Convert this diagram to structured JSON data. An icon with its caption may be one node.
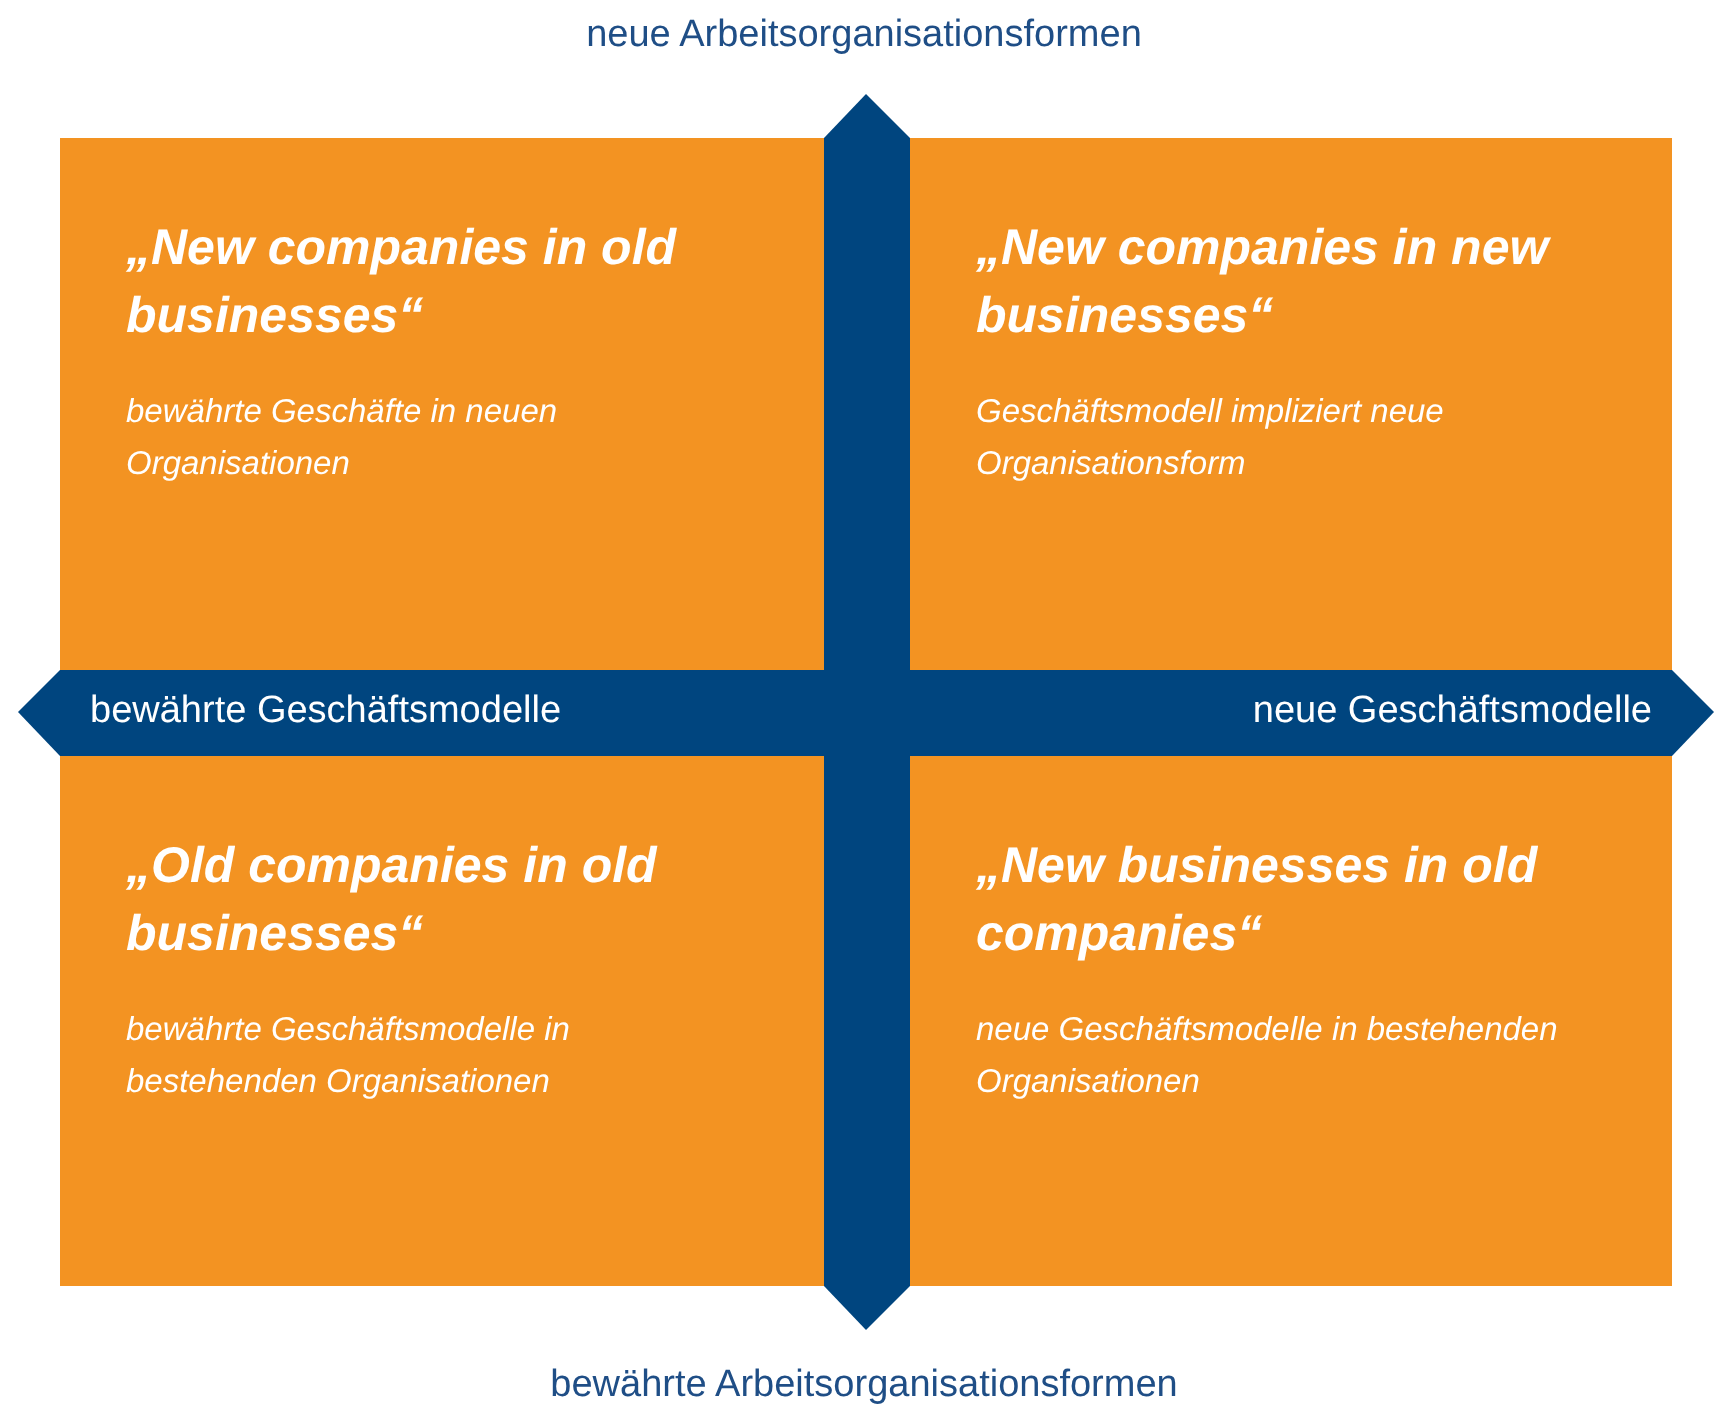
{
  "diagram": {
    "nodes": [
      {
        "text": [
          "„New companies in old businesses“",
          "bewährte Geschäfte in neuen Organisationen"
        ]
      },
      {
        "text": [
          "„New companies in new businesses“",
          "Geschäftsmodell impliziert neue Organisationsform"
        ]
      },
      {
        "text": [
          "„Old companies in old businesses“",
          "bewährte Geschäftsmodelle in bestehenden Organisationen"
        ]
      },
      {
        "text": [
          "„New businesses in old companies“",
          "neue Geschäftsmodelle in bestehenden Organisationen"
        ]
      }
    ],
    "labels": [
      "neue Arbeitsorganisationsformen",
      "bewährte Geschäftsmodelle",
      "neue Geschäftsmodelle",
      "bewährte Arbeitsorganisationsformen"
    ]
  }
}
